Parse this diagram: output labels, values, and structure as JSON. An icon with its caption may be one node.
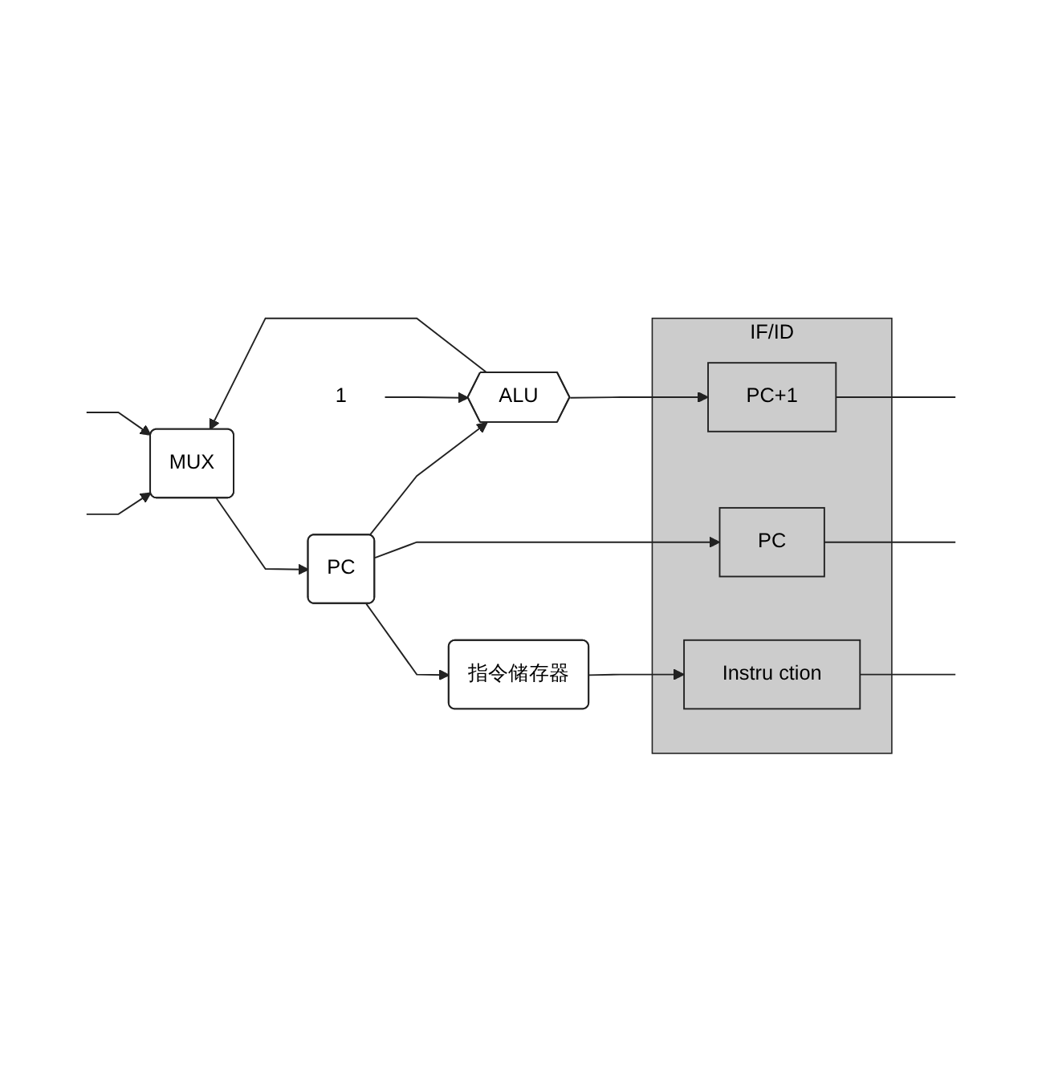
{
  "diagram": {
    "nodes": [
      {
        "text": [
          "MUX"
        ]
      },
      {
        "text": [
          "ALU"
        ]
      },
      {
        "text": [
          "1"
        ]
      },
      {
        "text": [
          "IF/ID"
        ]
      },
      {
        "text": [
          "PC+1"
        ],
        "in": 3
      },
      {
        "text": [
          "PC"
        ],
        "in": 3
      },
      {
        "text": [
          "Instru ction"
        ],
        "in": 3
      },
      {
        "text": [
          "PC"
        ]
      },
      {
        "text": [
          "指令储存器"
        ]
      }
    ],
    "edges": [
      {
        "from": null,
        "to": 0,
        "arrow": "to"
      },
      {
        "from": null,
        "to": 0,
        "arrow": "to"
      },
      {
        "from": 1,
        "to": 0,
        "arrow": "to"
      },
      {
        "from": 1,
        "to": 4,
        "arrow": "to"
      },
      {
        "from": 0,
        "to": 7,
        "arrow": "to"
      },
      {
        "from": 7,
        "to": 1,
        "arrow": "to"
      },
      {
        "from": 2,
        "to": 1,
        "arrow": "to"
      },
      {
        "from": 7,
        "to": 5,
        "arrow": "to"
      },
      {
        "from": 7,
        "to": 8,
        "arrow": "to"
      },
      {
        "from": 8,
        "to": 6,
        "arrow": "to"
      },
      {
        "from": 4,
        "to": null,
        "arrow": "none"
      },
      {
        "from": 5,
        "to": null,
        "arrow": "none"
      },
      {
        "from": 6,
        "to": null,
        "arrow": "none"
      }
    ]
  }
}
